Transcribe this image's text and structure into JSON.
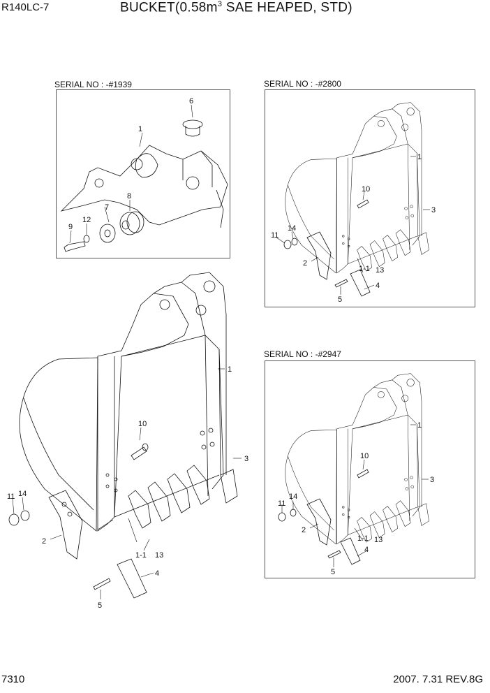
{
  "header": {
    "model": "R140LC-7",
    "title_prefix": "BUCKET(0.58m",
    "title_sup": "3",
    "title_suffix": " SAE HEAPED, STD)"
  },
  "footer": {
    "page_number": "7310",
    "revision": "2007. 7.31  REV.8G"
  },
  "panels": {
    "top_left": {
      "serial": "SERIAL NO : -#1939",
      "labels": [
        "1",
        "6",
        "8",
        "7",
        "12",
        "9"
      ]
    },
    "top_right": {
      "serial": "SERIAL NO : -#2800",
      "labels": [
        "1",
        "10",
        "3",
        "14",
        "11",
        "2",
        "1-1",
        "13",
        "4",
        "5"
      ]
    },
    "main": {
      "labels": [
        "1",
        "10",
        "3",
        "11",
        "14",
        "2",
        "1-1",
        "13",
        "4",
        "5"
      ]
    },
    "bottom_right": {
      "serial": "SERIAL NO : -#2947",
      "labels": [
        "1",
        "10",
        "3",
        "11",
        "14",
        "2",
        "1-1",
        "13",
        "4",
        "5"
      ]
    }
  }
}
